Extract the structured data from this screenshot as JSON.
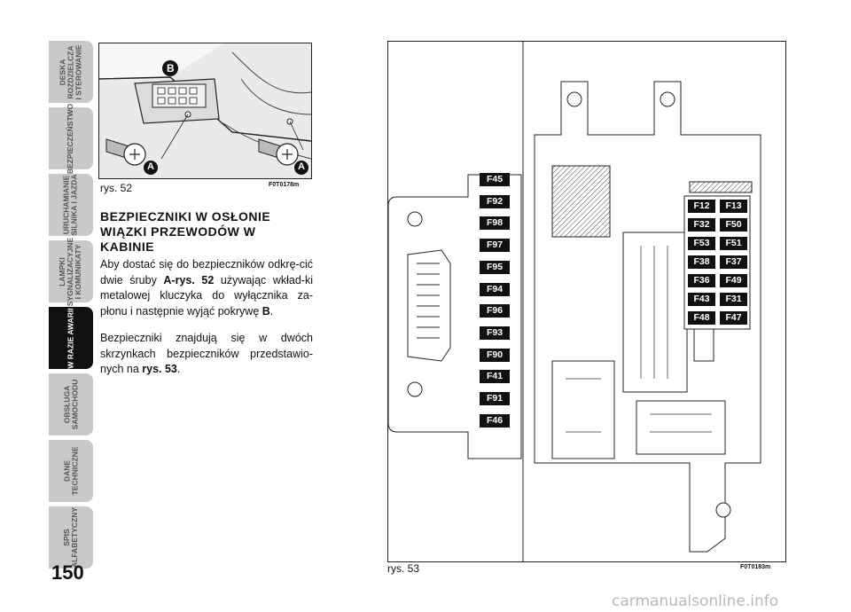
{
  "tabs": [
    {
      "label": "DESKA\nROZDZIELCZA\nI STEROWANIE",
      "active": false
    },
    {
      "label": "BEZPIECZEŃSTWO",
      "active": false
    },
    {
      "label": "URUCHAMIANIE\nSILNIKA I JAZDA",
      "active": false
    },
    {
      "label": "LAMPKI\nSYGNALIZACYJNE\nI KOMUNIKATY",
      "active": false
    },
    {
      "label": "W RAZIE AWARII",
      "active": true
    },
    {
      "label": "OBSŁUGA\nSAMOCHODU",
      "active": false
    },
    {
      "label": "DANE\nTECHNICZNE",
      "active": false
    },
    {
      "label": "SPIS\nALFABETYCZNY",
      "active": false
    }
  ],
  "page_number": "150",
  "fig52": {
    "caption": "rys. 52",
    "code": "F0T0178m",
    "label_a": "A",
    "label_b": "B"
  },
  "fig53": {
    "caption": "rys. 53",
    "code": "F0T0183m",
    "left_fuses": [
      "F45",
      "F92",
      "F98",
      "F97",
      "F95",
      "F94",
      "F96",
      "F93",
      "F90",
      "F41",
      "F91",
      "F46"
    ],
    "grid_fuses": [
      [
        "F12",
        "F13"
      ],
      [
        "F32",
        "F50"
      ],
      [
        "F53",
        "F51"
      ],
      [
        "F38",
        "F37"
      ],
      [
        "F36",
        "F49"
      ],
      [
        "F43",
        "F31"
      ],
      [
        "F48",
        "F47"
      ]
    ]
  },
  "heading": "BEZPIECZNIKI W OSŁONIE WIĄZKI PRZEWODÓW W KABINIE",
  "para1": {
    "t1": "Aby dostać się do bezpieczników odkrę-cić dwie śruby ",
    "b1": "A-rys. 52",
    "t2": " używając wkład-ki metalowej kluczyka do wyłącznika za-płonu i następnie wyjąć pokrywę ",
    "b2": "B",
    "t3": "."
  },
  "para2": {
    "t1": "Bezpieczniki znajdują się w dwóch skrzynkach bezpieczników przedstawio-nych na ",
    "b1": "rys. 53",
    "t2": "."
  },
  "footer": "carmanualsonline.info"
}
